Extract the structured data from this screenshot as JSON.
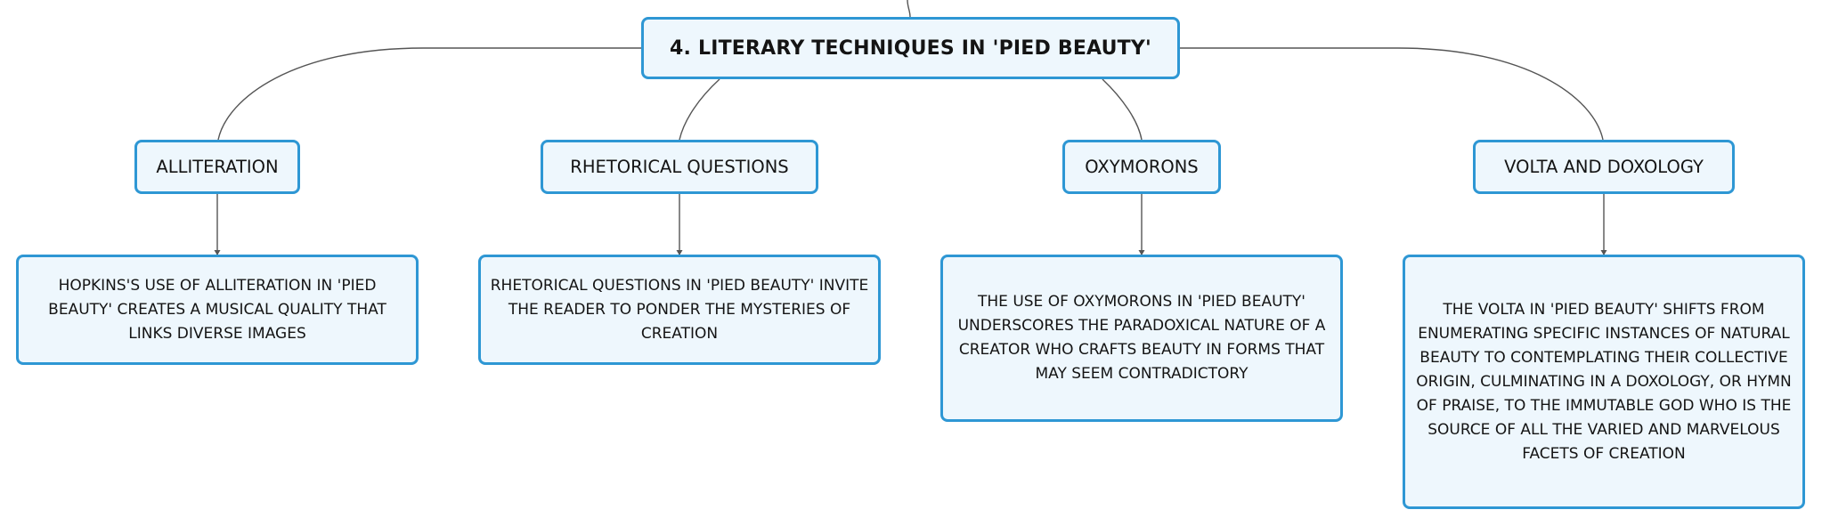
{
  "colors": {
    "node_border": "#2e97d4",
    "node_fill": "#eef7fd",
    "connector": "#555555",
    "text": "#141414"
  },
  "root": {
    "label": "4. LITERARY TECHNIQUES IN 'PIED BEAUTY'"
  },
  "branches": [
    {
      "label": "ALLITERATION",
      "description": "HOPKINS'S USE OF ALLITERATION IN 'PIED BEAUTY' CREATES A MUSICAL QUALITY THAT LINKS DIVERSE IMAGES"
    },
    {
      "label": "RHETORICAL QUESTIONS",
      "description": "RHETORICAL QUESTIONS IN 'PIED BEAUTY' INVITE THE READER TO PONDER THE MYSTERIES OF CREATION"
    },
    {
      "label": "OXYMORONS",
      "description": "THE USE OF OXYMORONS IN 'PIED BEAUTY' UNDERSCORES THE PARADOXICAL NATURE OF A CREATOR WHO CRAFTS BEAUTY IN FORMS THAT MAY SEEM CONTRADICTORY"
    },
    {
      "label": "VOLTA AND DOXOLOGY",
      "description": "THE VOLTA IN 'PIED BEAUTY' SHIFTS FROM ENUMERATING SPECIFIC INSTANCES OF NATURAL BEAUTY TO CONTEMPLATING THEIR COLLECTIVE ORIGIN, CULMINATING IN A DOXOLOGY, OR HYMN OF PRAISE, TO THE IMMUTABLE GOD WHO IS THE SOURCE OF ALL THE VARIED AND MARVELOUS FACETS OF CREATION"
    }
  ]
}
